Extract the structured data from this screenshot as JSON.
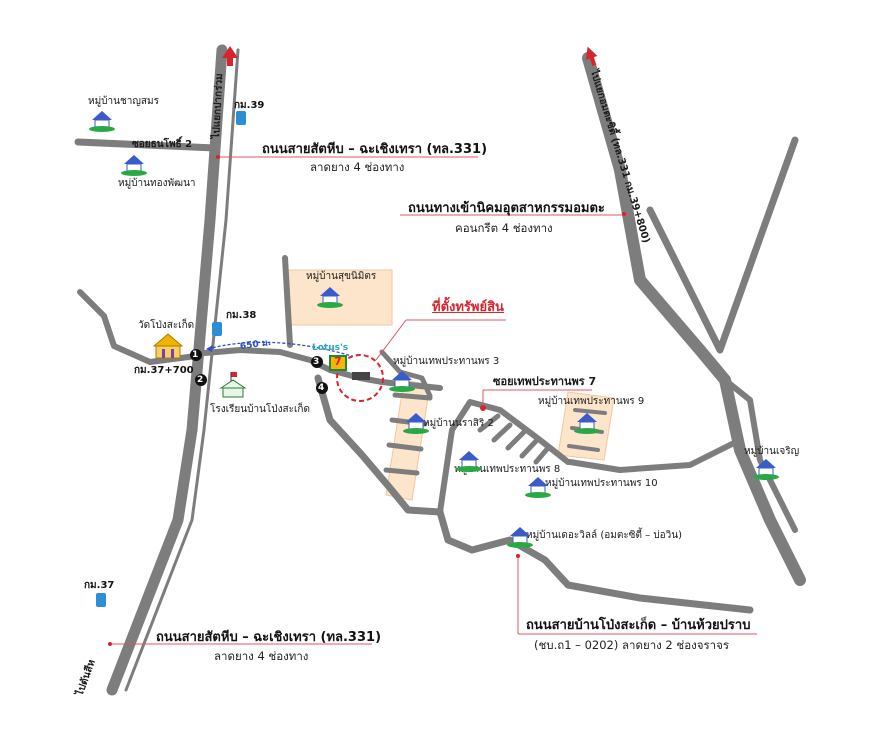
{
  "colors": {
    "road": "#7d7d7d",
    "zone_fill": "#fde5cc",
    "zone_stroke": "#f0c89d",
    "accent_red": "#d8242c",
    "leader_line": "#e05560",
    "arrow_blue": "#2a4fc6",
    "house_blue": "#3a5bcc",
    "house_green": "#29a845",
    "km_marker": "#2c8fd6"
  },
  "roads": {
    "main_north_label": "ไปแยกปากร่วม",
    "main_south_label": "ไปตันสีห",
    "east_label": "ไปแยกอมตะซิตี้ (ทล.331 กม.39+800)",
    "soi_thon": "ซอยธนโพธิ์ 2",
    "soi_thep": "ซอยเทพประทานพร 7"
  },
  "road_titles": {
    "r331_top_title": "ถนนสายสัตหีบ – ฉะเชิงเทรา (ทล.331)",
    "r331_top_sub": "ลาดยาง 4 ช่องทาง",
    "amata_title": "ถนนทางเข้านิคมอุตสาหกรรมอมตะ",
    "amata_sub": "คอนกรีต 4 ช่องทาง",
    "r331_bottom_title": "ถนนสายสัตหีบ – ฉะเชิงเทรา (ทล.331)",
    "r331_bottom_sub": "ลาดยาง 4 ช่องทาง",
    "pong_title": "ถนนสายบ้านโป่งสะเก็ด – บ้านห้วยปราบ",
    "pong_sub": "(ชบ.ถ1 – 0202)  ลาดยาง 2 ช่องจราจร"
  },
  "km_markers": {
    "km39": "กม.39",
    "km38": "กม.38",
    "km37_700": "กม.37+700",
    "km37": "กม.37"
  },
  "places": {
    "chansamorn": "หมู่บ้านชาญสมร",
    "thongphatthana": "หมู่บ้านทองพัฒนา",
    "sukhanimit": "หมู่บ้านสุขนิมิตร",
    "temple": "วัดโป่งสะเก็ด",
    "school": "โรงเรียนบ้านโป่งสะเก็ด",
    "theppratanporn3": "หมู่บ้านเทพประทานพร 3",
    "theppratanporn9": "หมู่บ้านเทพประทานพร 9",
    "narasiri2": "หมู่บ้านนราสิริ 2",
    "theppratanporn8": "หมู่บ้านเทพประทานพร 8",
    "theppratanporn10": "หมู่บ้านเทพประทานพร 10",
    "decorville": "หมู่บ้านเดอะวิลล์ (อมตะซิตี้ – บ่อวิน)",
    "charoen": "หมู่บ้านเจริญ"
  },
  "property": {
    "label": "ที่ตั้งทรัพย์สิน",
    "distance": "650 ม."
  },
  "landmarks": {
    "lotus": "Lotus's",
    "seven_eleven": "7",
    "circle_1": "1",
    "circle_2": "2",
    "circle_3": "3",
    "circle_4": "4"
  },
  "icons": {
    "north_arrow": "red-up-arrow-icon",
    "house": "house-icon",
    "km_post": "km-post-icon",
    "temple": "temple-icon",
    "school": "school-icon"
  }
}
